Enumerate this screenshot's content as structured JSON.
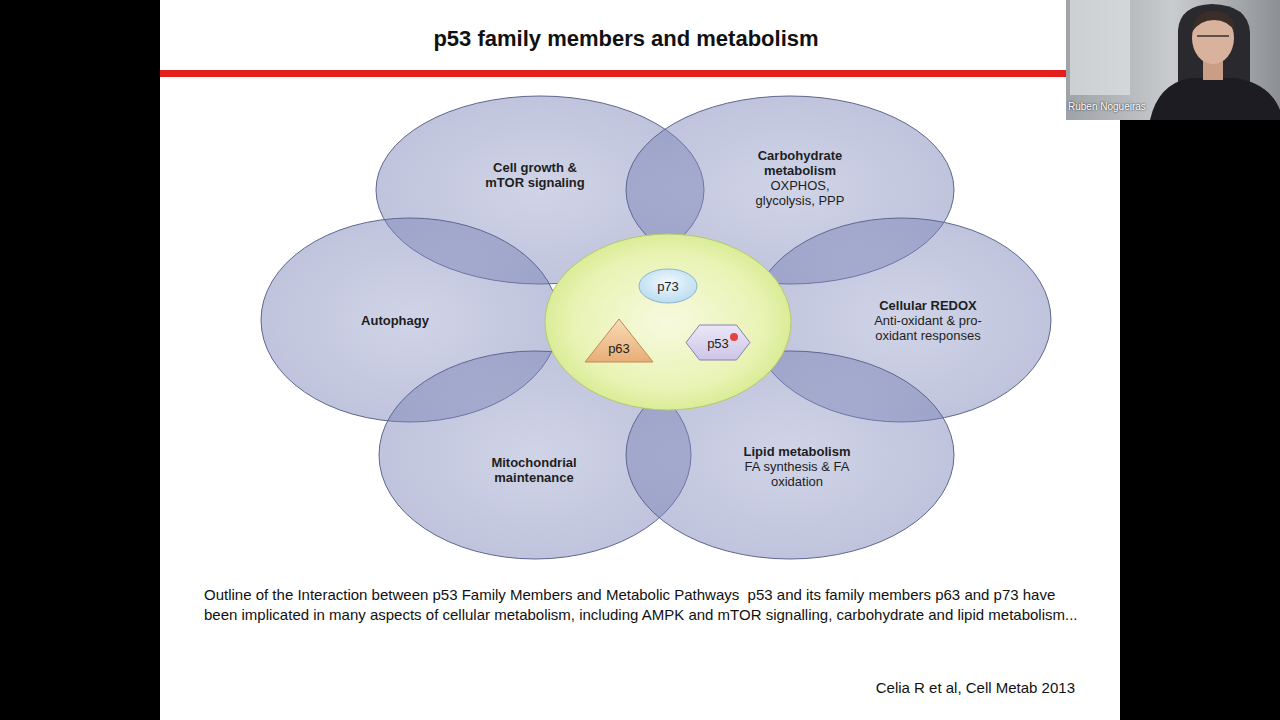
{
  "diagram": {
    "title": "p53 family members and metabolism",
    "caption": "Outline of the Interaction between p53 Family Members and Metabolic Pathways  p53 and its family members p63 and p73 have been implicated in many aspects of cellular metabolism, including AMPK and mTOR signalling, carbohydrate and lipid metabolism...",
    "nodes": [
      {
        "text": [
          "Cell growth & mTOR signaling"
        ]
      },
      {
        "text": [
          "Carbohydrate metabolism",
          "OXPHOS, glycolysis, PPP"
        ]
      },
      {
        "text": [
          "Autophagy"
        ]
      },
      {
        "text": [
          "Cellular REDOX",
          "Anti-oxidant & pro-oxidant responses"
        ]
      },
      {
        "text": [
          "Mitochondrial maintenance"
        ]
      },
      {
        "text": [
          "Lipid metabolism",
          "FA synthesis & FA oxidation"
        ]
      },
      {
        "text": [
          "p73"
        ]
      },
      {
        "text": [
          "p63"
        ]
      },
      {
        "text": [
          "p53"
        ]
      }
    ],
    "labels": [
      "Ruben Nogueiras",
      "Celia R et al, Cell Metab 2013"
    ]
  }
}
